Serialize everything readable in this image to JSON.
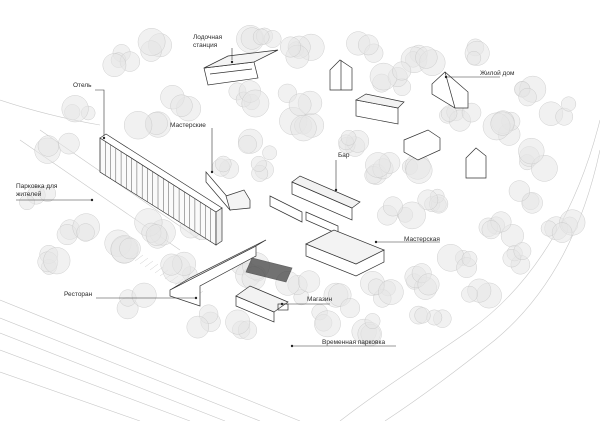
{
  "labels": {
    "boat_station": "Лодочная станция",
    "hotel": "Отель",
    "residential": "Жилой дом",
    "workshops": "Мастерские",
    "bar": "Бар",
    "residents_parking": "Парковка для жителей",
    "workshop": "Мастерская",
    "restaurant": "Ресторан",
    "shop": "Магазин",
    "temporary_parking": "Временная парковка"
  },
  "colors": {
    "background": "#ffffff",
    "tree_fill": "#e6e6e6",
    "tree_stroke": "#c4c4c4",
    "line": "#333333",
    "building_fill": "#ffffff"
  }
}
